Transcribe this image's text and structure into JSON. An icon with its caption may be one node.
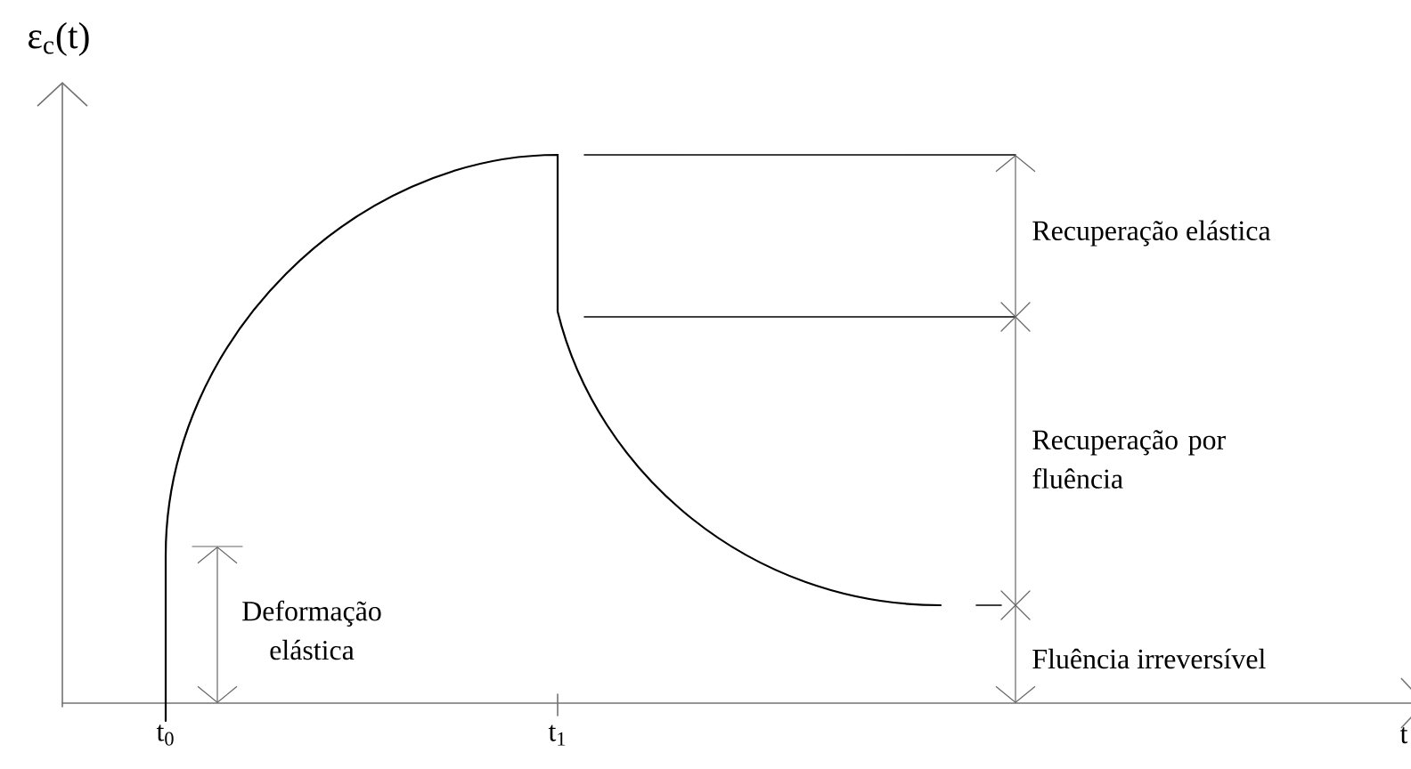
{
  "diagram": {
    "labels": [
      "ε$_{c}$(t)",
      "Recuperação elástica",
      "Recuperação por fluência",
      "Deformação elástica",
      "Fluência irreversível",
      "t$_{0}$",
      "t$_{1}$",
      "t"
    ]
  }
}
